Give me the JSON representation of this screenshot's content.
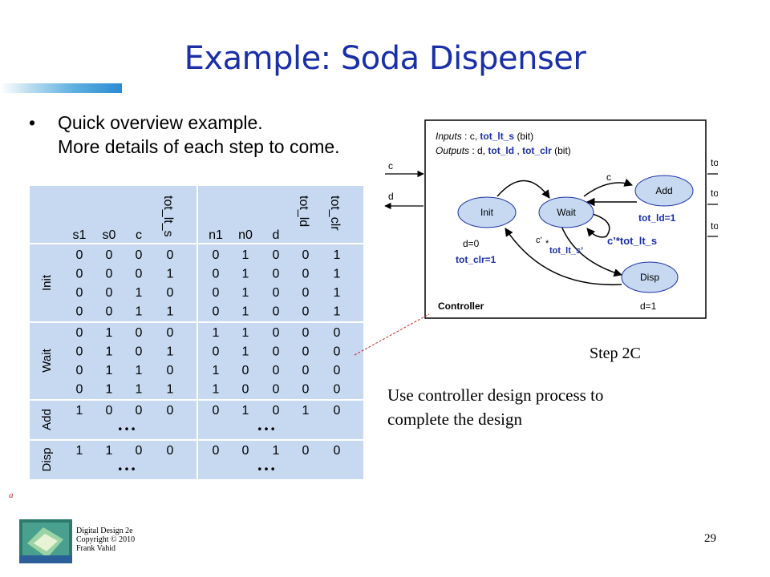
{
  "slide": {
    "title": "Example: Soda Dispenser",
    "bullet_symbol": "•",
    "bullet_lines": [
      "Quick overview example.",
      "More details of each step to come."
    ],
    "step_label": "Step 2C",
    "instruction_lines": [
      "Use controller design process to",
      "complete the design"
    ],
    "small_mark": "a",
    "footer_lines": [
      "Digital Design 2e",
      "Copyright © 2010",
      "Frank Vahid"
    ],
    "page_number": "29"
  },
  "table": {
    "headers": [
      "s1",
      "s0",
      "c",
      "tot_lt_s",
      "n1",
      "n0",
      "d",
      "tot_ld",
      "tot_clr"
    ],
    "groups": [
      {
        "label": "Init",
        "rows": [
          [
            "0",
            "0",
            "0",
            "0",
            "0",
            "1",
            "0",
            "0",
            "1"
          ],
          [
            "0",
            "0",
            "0",
            "1",
            "0",
            "1",
            "0",
            "0",
            "1"
          ],
          [
            "0",
            "0",
            "1",
            "0",
            "0",
            "1",
            "0",
            "0",
            "1"
          ],
          [
            "0",
            "0",
            "1",
            "1",
            "0",
            "1",
            "0",
            "0",
            "1"
          ]
        ]
      },
      {
        "label": "Wait",
        "rows": [
          [
            "0",
            "1",
            "0",
            "0",
            "1",
            "1",
            "0",
            "0",
            "0"
          ],
          [
            "0",
            "1",
            "0",
            "1",
            "0",
            "1",
            "0",
            "0",
            "0"
          ],
          [
            "0",
            "1",
            "1",
            "0",
            "1",
            "0",
            "0",
            "0",
            "0"
          ],
          [
            "0",
            "1",
            "1",
            "1",
            "1",
            "0",
            "0",
            "0",
            "0"
          ]
        ]
      },
      {
        "label": "Add",
        "rows": [
          [
            "1",
            "0",
            "0",
            "0",
            "0",
            "1",
            "0",
            "1",
            "0"
          ]
        ]
      },
      {
        "label": "Disp",
        "rows": [
          [
            "1",
            "1",
            "0",
            "0",
            "0",
            "0",
            "1",
            "0",
            "0"
          ]
        ]
      }
    ],
    "ellipsis": "• • •"
  },
  "diagram": {
    "inputs_label": "Inputs",
    "inputs_text": ": c,",
    "inputs_bold": "tot_lt_s",
    "inputs_suffix": "(bit)",
    "outputs_label": "Outputs",
    "outputs_text": ": d,",
    "outputs_bold_1": "tot_ld",
    "outputs_sep": ",",
    "outputs_bold_2": "tot_clr",
    "outputs_suffix": "(bit)",
    "controller_label": "Controller",
    "external_inputs": [
      "c",
      "d"
    ],
    "external_outputs": [
      "tot_ld",
      "tot_clr",
      "tot_lt_s"
    ],
    "states": [
      "Init",
      "Wait",
      "Add",
      "Disp"
    ],
    "init_actions": [
      "d=0",
      "tot_clr=1"
    ],
    "add_action": "tot_ld=1",
    "disp_action": "d=1",
    "transition_c": "c",
    "transition_c_prime": "c",
    "transition_c_prime_mark": "’",
    "transition_star": "*",
    "transition_tot_lt_s_prime": "tot_lt_s’",
    "transition_c_tot_lt_s": "c’*tot_lt_s"
  },
  "colors": {
    "title": "#1a2fa8",
    "table_bg": "#c6d9f0",
    "state_fill": "#c6d9f0",
    "accent_text": "#1a2fa8",
    "leader_line": "#cc2222"
  }
}
